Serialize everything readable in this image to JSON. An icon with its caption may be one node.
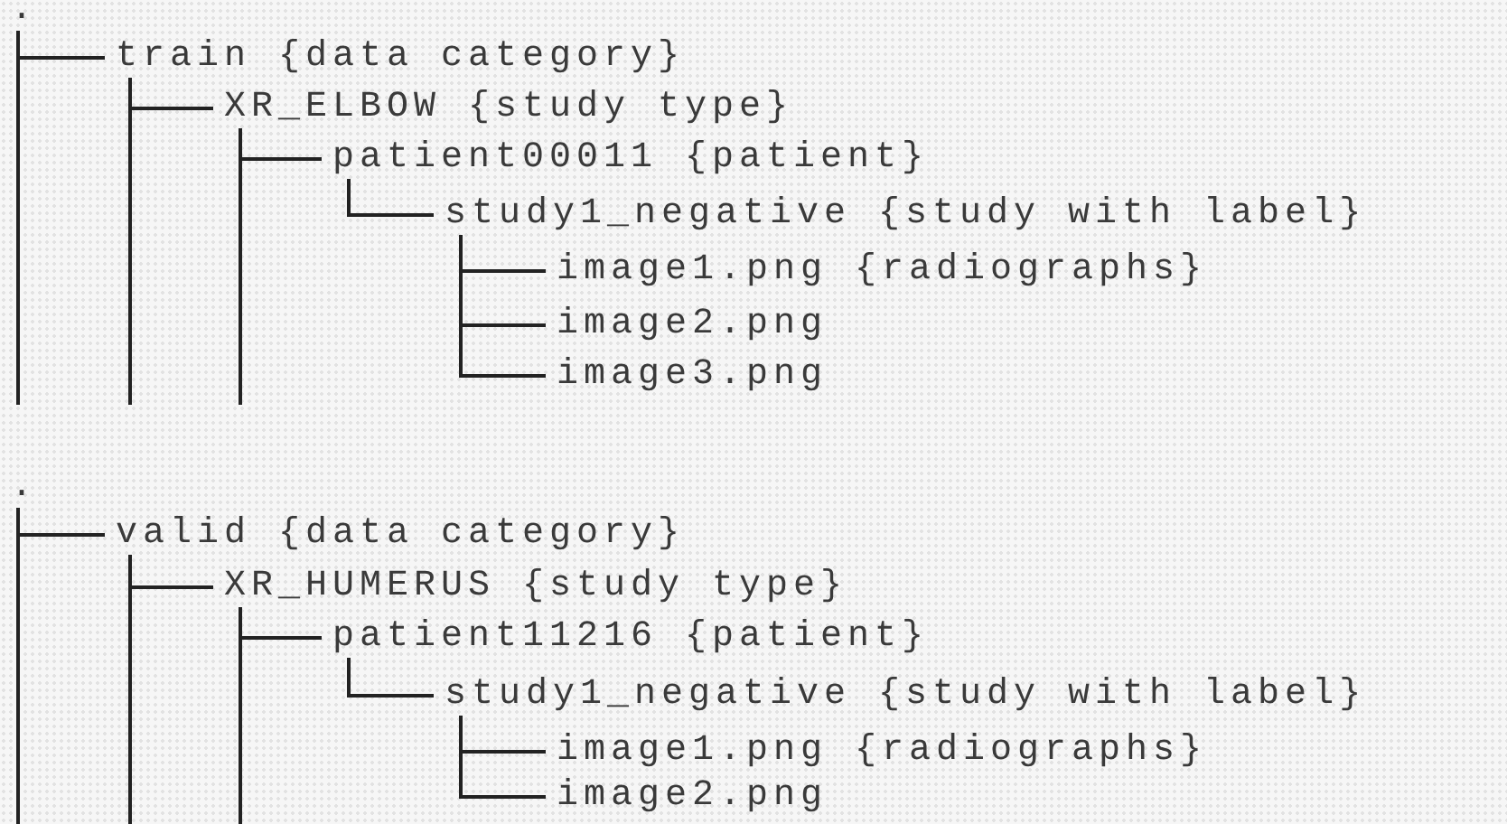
{
  "diagram": {
    "nodes": [
      {
        "text": [
          "."
        ]
      },
      {
        "text": [
          "train {data category}"
        ]
      },
      {
        "text": [
          "XR_ELBOW {study type}"
        ]
      },
      {
        "text": [
          "patient00011 {patient}"
        ]
      },
      {
        "text": [
          "study1_negative {study with label}"
        ]
      },
      {
        "text": [
          "image1.png {radiographs}"
        ]
      },
      {
        "text": [
          "image2.png"
        ]
      },
      {
        "text": [
          "image3.png"
        ]
      },
      {
        "text": [
          "."
        ]
      },
      {
        "text": [
          "valid {data category}"
        ]
      },
      {
        "text": [
          "XR_HUMERUS {study type}"
        ]
      },
      {
        "text": [
          "patient11216 {patient}"
        ]
      },
      {
        "text": [
          "study1_negative {study with label}"
        ]
      },
      {
        "text": [
          "image1.png {radiographs}"
        ]
      },
      {
        "text": [
          "image2.png"
        ]
      }
    ],
    "edges": [
      {
        "from": 0,
        "to": 1,
        "arrow": "none"
      },
      {
        "from": 1,
        "to": 2,
        "arrow": "none"
      },
      {
        "from": 2,
        "to": 3,
        "arrow": "none"
      },
      {
        "from": 3,
        "to": 4,
        "arrow": "none"
      },
      {
        "from": 4,
        "to": 5,
        "arrow": "none"
      },
      {
        "from": 4,
        "to": 6,
        "arrow": "none"
      },
      {
        "from": 4,
        "to": 7,
        "arrow": "none"
      },
      {
        "from": 8,
        "to": 9,
        "arrow": "none"
      },
      {
        "from": 9,
        "to": 10,
        "arrow": "none"
      },
      {
        "from": 10,
        "to": 11,
        "arrow": "none"
      },
      {
        "from": 11,
        "to": 12,
        "arrow": "none"
      },
      {
        "from": 12,
        "to": 13,
        "arrow": "none"
      },
      {
        "from": 12,
        "to": 14,
        "arrow": "none"
      }
    ]
  }
}
